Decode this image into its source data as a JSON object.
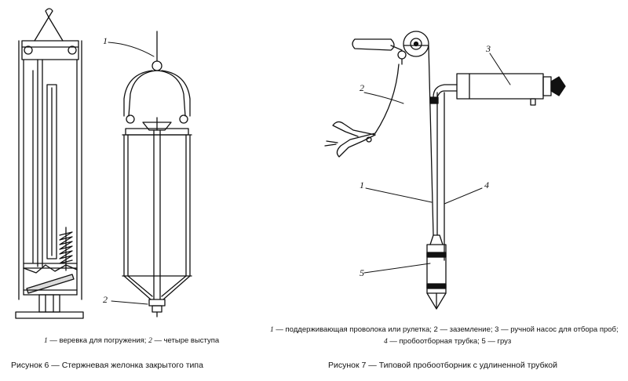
{
  "figure6": {
    "labels": {
      "one": "1",
      "two": "2"
    },
    "legend": {
      "item1_num": "1",
      "item1_text": "веревка для погружения;",
      "item2_num": "2",
      "item2_text": "четыре выступа"
    },
    "caption": "Рисунок 6 — Стержневая желонка закрытого типа"
  },
  "figure7": {
    "labels": {
      "one": "1",
      "two": "2",
      "three": "3",
      "four": "4",
      "five": "5"
    },
    "legend": {
      "line1": "— поддерживающая проволока или рулетка; 2 — заземление; 3 — ручной насос для отбора проб;",
      "line1_num": "1",
      "line2": "— пробоотборная трубка; 5 — груз",
      "line2_num": "4"
    },
    "caption": "Рисунок 7 — Типовой пробоотборник с удлиненной трубкой"
  },
  "colors": {
    "ink": "#111111",
    "background": "#ffffff"
  }
}
